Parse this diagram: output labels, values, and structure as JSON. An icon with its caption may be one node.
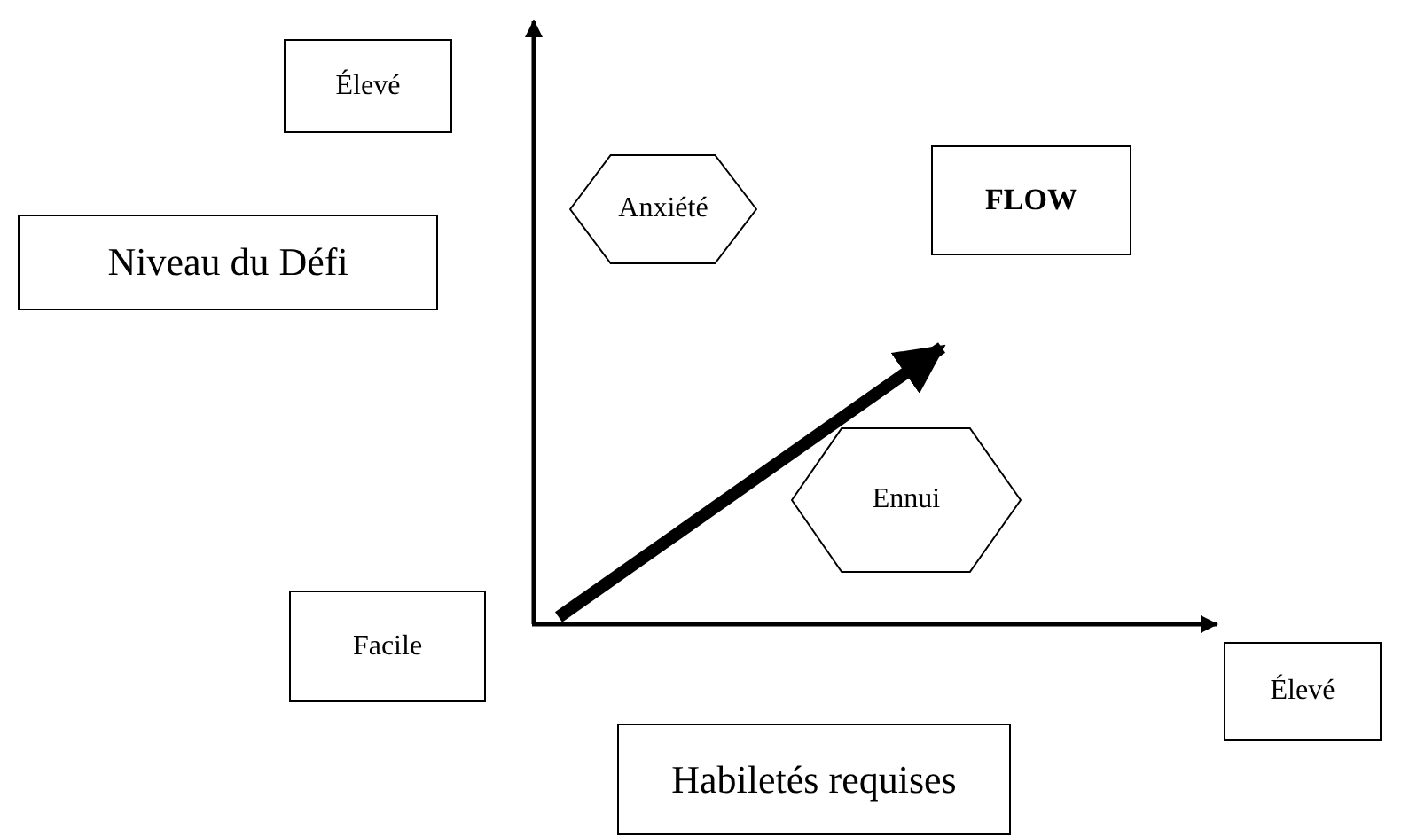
{
  "diagram": {
    "nodes": [
      {
        "text": [
          "Élevé"
        ]
      },
      {
        "text": [
          "Niveau du Défi"
        ]
      },
      {
        "text": [
          "Anxiété"
        ]
      },
      {
        "text": [
          "FLOW"
        ]
      },
      {
        "text": [
          "Ennui"
        ]
      },
      {
        "text": [
          "Facile"
        ]
      },
      {
        "text": [
          "Élevé"
        ]
      },
      {
        "text": [
          "Habiletés requises"
        ]
      }
    ]
  }
}
